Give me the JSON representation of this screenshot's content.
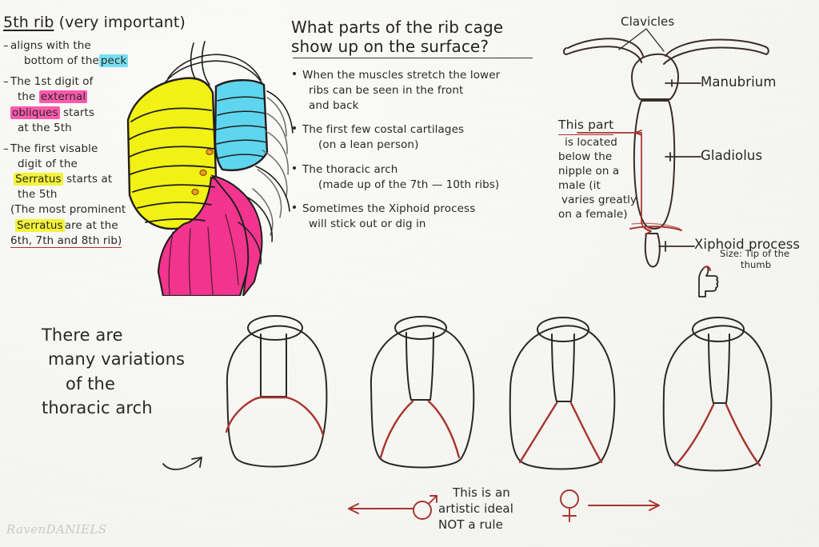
{
  "page": {
    "paper_color": "#f8f8f6",
    "ink_color": "#2b2824",
    "red_ink": "#a8352c",
    "signature": "RavenDANIELS"
  },
  "left_section": {
    "heading_underlined": "5th rib",
    "heading_rest": "(very important)",
    "bullets": [
      {
        "dash": "-",
        "line1": "aligns with the",
        "line2_pre": "bottom of the",
        "line2_highlight": "peck",
        "line2_highlight_color": "cyan"
      },
      {
        "dash": "-",
        "line1": "The 1st digit of",
        "line2_pre": "the ",
        "line2_highlight": "external",
        "line3_highlight": "obliques",
        "line3_post": " starts",
        "line4": "at the 5th",
        "highlight_color": "pink"
      },
      {
        "dash": "-",
        "line1": "The first visable",
        "line2": "digit of the",
        "line3_highlight": "Serratus",
        "line3_post": " starts at",
        "line4": "the 5th",
        "line5": "(The most prominent",
        "line6_highlight": "Serratus",
        "line6_post": "are at the",
        "line7": "6th, 7th and 8th rib)",
        "highlight_color": "yellow"
      }
    ],
    "ribcage_diagram": {
      "name": "ribcage-colored-diagram",
      "regions": [
        {
          "label": "serratus",
          "color": "#f2f215"
        },
        {
          "label": "pectoral",
          "color": "#5fd6ef"
        },
        {
          "label": "external-obliques",
          "color": "#f4358f"
        },
        {
          "label": "uncolored-ribs",
          "color": "#ffffff"
        }
      ]
    }
  },
  "middle_section": {
    "heading_line1": "What parts of the rib cage",
    "heading_line2": "show up on the surface?",
    "bullets": [
      {
        "line1": "When the muscles stretch the lower",
        "line2": "ribs can be seen in the front",
        "line3": "and back"
      },
      {
        "line1": "The first few costal cartilages",
        "sub": "(on a lean person)"
      },
      {
        "line1": "The thoracic arch",
        "sub": "(made up of the 7th — 10th ribs)"
      },
      {
        "line1": "Sometimes  the Xiphoid process",
        "line2": "will stick out or dig in"
      }
    ]
  },
  "right_section": {
    "diagram_name": "sternum-diagram",
    "labels": {
      "clavicles": "Clavicles",
      "manubrium": "Manubrium",
      "gladiolus": "Gladiolus",
      "xiphoid_process": "Xiphoid process"
    },
    "annotation": {
      "title": "This part",
      "line1": "is located",
      "line2": "below the",
      "line3": "nipple on a",
      "line4": "male (it",
      "line5": "varies greatly",
      "line6": "on a female)"
    },
    "size_note": {
      "line1": "Size: Tip of the",
      "line2": "thumb"
    },
    "thumb_icon": "thumbs-up-icon"
  },
  "bottom_section": {
    "note": {
      "line1": "There are",
      "line2": "many variations",
      "line3": "of  the",
      "line4": "thoracic arch"
    },
    "arch_figures": [
      {
        "name": "arch-variation-1",
        "arch_style": "wide-flat-dome",
        "sternum_width": 18,
        "arch_spread": 0.92
      },
      {
        "name": "arch-variation-2",
        "arch_style": "pointed-peak",
        "sternum_width": 16,
        "arch_spread": 0.78
      },
      {
        "name": "arch-variation-3",
        "arch_style": "narrow-v",
        "sternum_width": 15,
        "arch_spread": 0.68
      },
      {
        "name": "arch-variation-4",
        "arch_style": "steep-narrow-v",
        "sternum_width": 13,
        "arch_spread": 0.6
      }
    ],
    "caption": {
      "male_symbol": "♂",
      "female_symbol": "♀",
      "line1": "This is an",
      "line2": "artistic ideal",
      "line3": "NOT a rule"
    }
  }
}
